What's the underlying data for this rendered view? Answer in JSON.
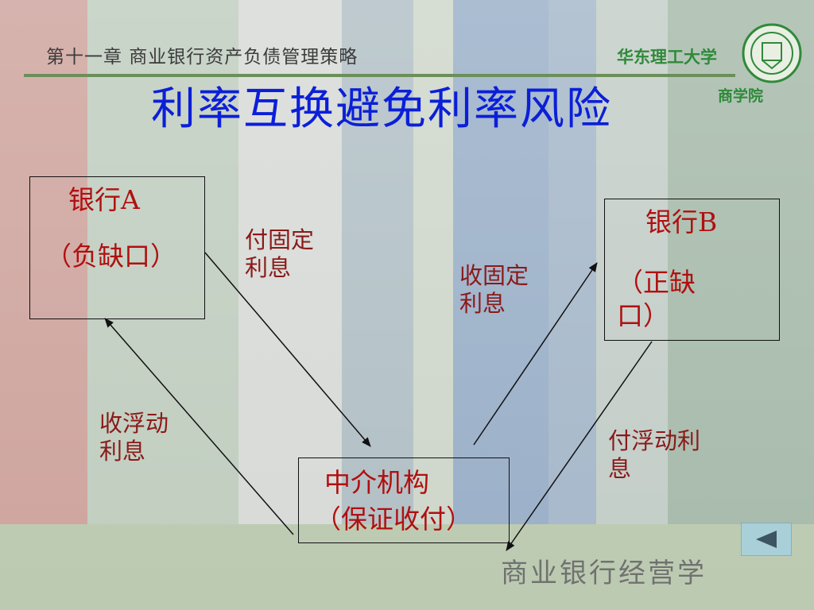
{
  "header": {
    "chapter": "第十一章  商业银行资产负债管理策略",
    "university": "华东理工大学",
    "school": "商学院"
  },
  "title": "利率互换避免利率风险",
  "diagram": {
    "bank_a": {
      "name": "银行A",
      "desc": "（负缺口）"
    },
    "bank_b": {
      "name": "银行B",
      "desc_line1": "（正缺",
      "desc_line2": "口）"
    },
    "intermediary": {
      "name": "中介机构",
      "desc": "（保证收付）"
    },
    "labels": {
      "a_pays_fixed": [
        "付固定",
        "利息"
      ],
      "b_receives_fixed": [
        "收固定",
        "利息"
      ],
      "a_receives_floating": [
        "收浮动",
        "利息"
      ],
      "b_pays_floating": [
        "付浮动利",
        "息"
      ]
    }
  },
  "nav": {
    "back_icon": "triangle-left-icon"
  },
  "footer": "商业银行经营学",
  "colors": {
    "title": "#0b1fd8",
    "box_text": "#b01010",
    "label_text": "#8a1a1a",
    "header_green": "#2f8a3a"
  }
}
